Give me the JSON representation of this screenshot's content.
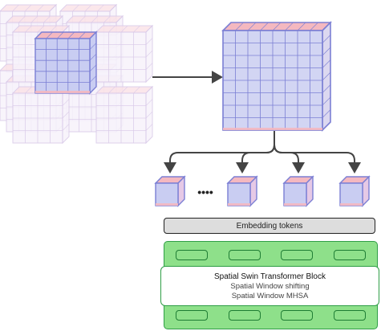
{
  "colors": {
    "cube_face": "#c9cdf2",
    "cube_edge": "#7b7fd4",
    "cube_top": "#f4b8c0",
    "ghost_edge": "#d9c9e8",
    "arrow": "#444444",
    "panel_green": "#8ee08a",
    "panel_border": "#2f9e46"
  },
  "icons": {
    "input_stack": "stacked-volume-cubes-icon",
    "big_cube": "gridded-volume-cube-icon",
    "small_cube": "patch-cube-icon"
  },
  "ellipsis": "••••",
  "embedding_bar": {
    "label": "Embedding tokens"
  },
  "swin_block": {
    "title": "Spatial Swin Transformer Block",
    "line1": "Spatial Window shifting",
    "line2": "Spatial Window MHSA"
  }
}
